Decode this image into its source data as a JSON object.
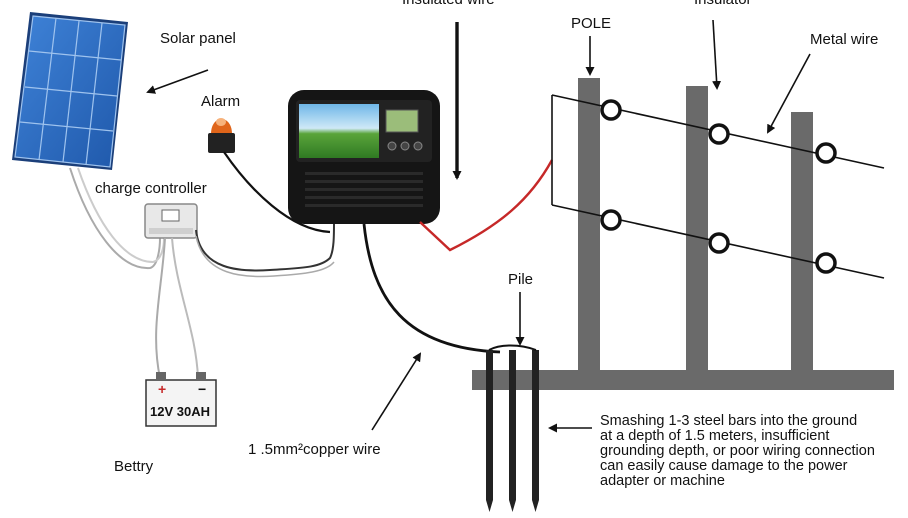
{
  "labels": {
    "insulated_wire": "Insulated wire",
    "pole": "POLE",
    "insulator": "Insulator",
    "metal_wire": "Metal wire",
    "solar_panel": "Solar panel",
    "alarm": "Alarm",
    "charge_controller": "charge controller",
    "pile": "Pile",
    "copper_wire": "1 .5mm²copper wire",
    "battery": "Bettry",
    "battery_marking": "12V 30AH",
    "battery_plus": "+",
    "battery_minus": "−"
  },
  "grounding_note": {
    "lines": [
      "Smashing 1-3 steel bars into the ground",
      "at a depth of 1.5 meters, insufficient",
      "grounding depth, or poor wiring connection",
      "can easily cause damage to the power",
      "adapter or machine"
    ]
  },
  "colors": {
    "panel_blue": "#2f6bc4",
    "panel_frame": "#1b3f7a",
    "energizer_body": "#151515",
    "insulated_wire": "#c62828",
    "pole_gray": "#6a6a6a",
    "alarm_orange": "#e0651a"
  }
}
